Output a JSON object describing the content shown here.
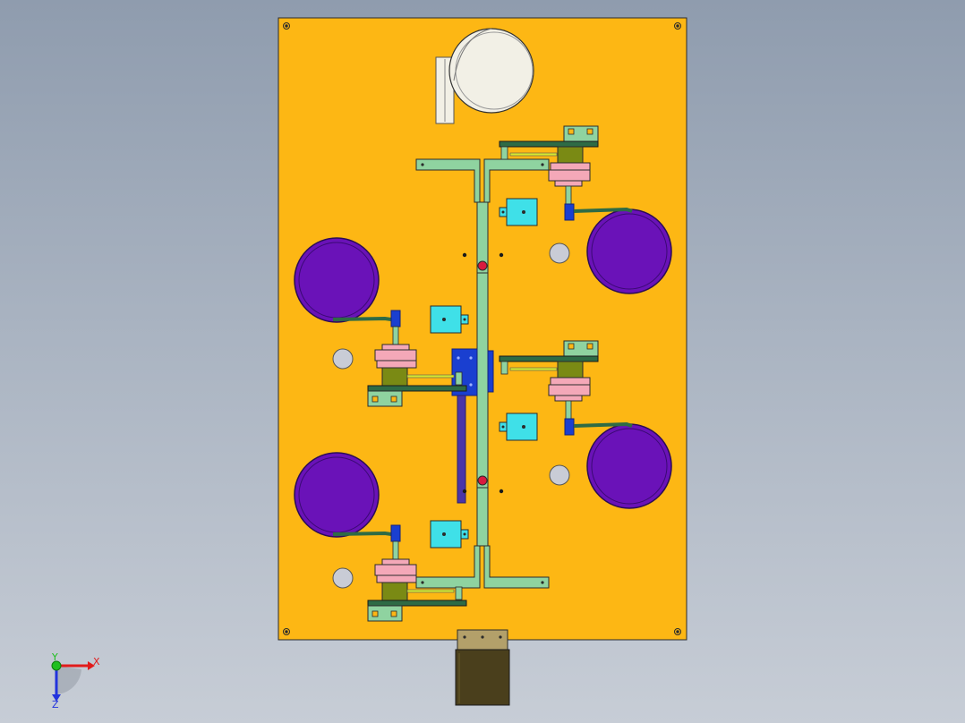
{
  "viewport": {
    "background_top": "#8f9cae",
    "background_bottom": "#c7cdd6"
  },
  "colors": {
    "plate": "#fdb714",
    "plate_edge": "#2b2b2b",
    "rail": "#8fd3a0",
    "disc": "#6a12b8",
    "block": "#3fe0e8",
    "cylinder_pink": "#f4a8b8",
    "cylinder_olive": "#7a8a14",
    "clamp_blue": "#1a3fd0",
    "rod_blue": "#4a35a8",
    "hole": "#c9ccd6",
    "fan": "#f2f0e6",
    "stand": "#4a3f1c",
    "stand_top": "#b3a06a",
    "axis_x": "#e11b1b",
    "axis_y": "#1fbf1f",
    "axis_z": "#2233dd"
  },
  "triad": {
    "x_label": "X",
    "y_label": "Y",
    "z_label": "Z"
  }
}
